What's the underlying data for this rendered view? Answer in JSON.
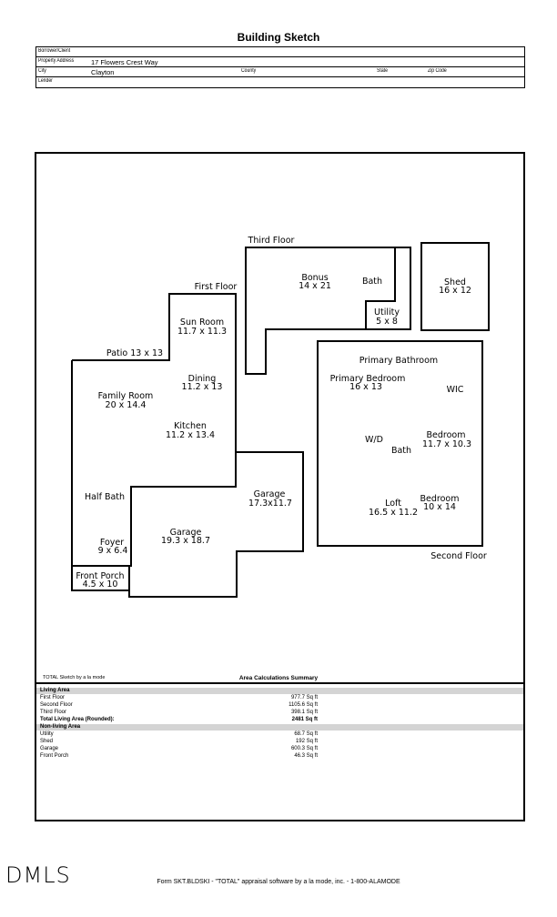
{
  "title": "Building Sketch",
  "header": {
    "borrower_label": "Borrower/Client",
    "property_label": "Property Address",
    "property_value": "17 Flowers Crest Way",
    "city_label": "City",
    "city_value": "Clayton",
    "county_label": "County",
    "state_label": "State",
    "zip_label": "Zip Code",
    "lender_label": "Lender"
  },
  "sketch": {
    "labels": {
      "third_floor": "Third Floor",
      "first_floor": "First Floor",
      "second_floor": "Second Floor",
      "bonus": "Bonus",
      "bonus_dim": "14 x 21",
      "bath_top": "Bath",
      "utility": "Utility",
      "utility_dim": "5 x 8",
      "shed": "Shed",
      "shed_dim": "16 x 12",
      "sun_room": "Sun Room",
      "sun_room_dim": "11.7 x 11.3",
      "patio": "Patio 13 x 13",
      "dining": "Dining",
      "dining_dim": "11.2 x 13",
      "family_room": "Family Room",
      "family_room_dim": "20 x 14.4",
      "kitchen": "Kitchen",
      "kitchen_dim": "11.2 x 13.4",
      "primary_bathroom": "Primary Bathroom",
      "primary_bedroom": "Primary Bedroom",
      "primary_bedroom_dim": "16 x 13",
      "wic": "WIC",
      "wd": "W/D",
      "bath_second": "Bath",
      "bedroom1": "Bedroom",
      "bedroom1_dim": "11.7 x 10.3",
      "bedroom2": "Bedroom",
      "bedroom2_dim": "10 x 14",
      "loft": "Loft",
      "loft_dim": "16.5 x 11.2",
      "garage_right": "Garage",
      "garage_right_dim": "17.3x11.7",
      "garage_left": "Garage",
      "garage_left_dim": "19.3 x 18.7",
      "half_bath": "Half Bath",
      "foyer": "Foyer",
      "foyer_dim": "9 x 6.4",
      "front_porch": "Front Porch",
      "front_porch_dim": "4.5 x 10"
    }
  },
  "summary": {
    "credit": "TOTAL Sketch by a la mode",
    "title": "Area Calculations Summary",
    "living_header": "Living Area",
    "living": [
      {
        "name": "First Floor",
        "value": "977.7 Sq ft"
      },
      {
        "name": "Second Floor",
        "value": "1105.6 Sq ft"
      },
      {
        "name": "Third Floor",
        "value": "398.1 Sq ft"
      }
    ],
    "total_label": "Total Living Area (Rounded):",
    "total_value": "2481 Sq ft",
    "nonliving_header": "Non-living Area",
    "nonliving": [
      {
        "name": "Utility",
        "value": "68.7 Sq ft"
      },
      {
        "name": "Shed",
        "value": "192 Sq ft"
      },
      {
        "name": "Garage",
        "value": "600.3 Sq ft"
      },
      {
        "name": "Front Porch",
        "value": "46.3 Sq ft"
      }
    ]
  },
  "footer": "Form SKT.BLDSKI - \"TOTAL\" appraisal software by a la mode, inc. - 1-800-ALAMODE",
  "logo": "DMLS"
}
